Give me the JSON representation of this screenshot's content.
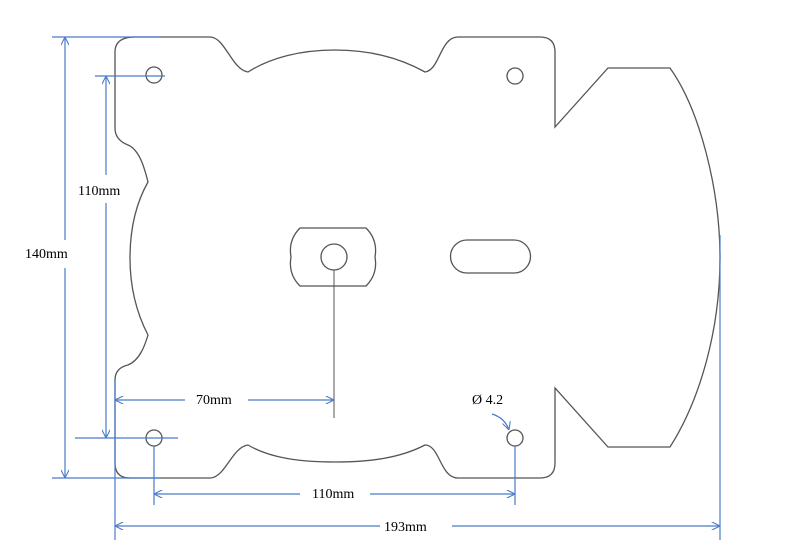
{
  "drawing": {
    "dimensions": {
      "overall_height": "140mm",
      "hole_spacing_vertical": "110mm",
      "center_offset": "70mm",
      "hole_spacing_horizontal": "110mm",
      "overall_width": "193mm",
      "hole_diameter": "Ø 4.2"
    },
    "colors": {
      "outline": "#555555",
      "dimension": "#4a7cc7"
    }
  }
}
